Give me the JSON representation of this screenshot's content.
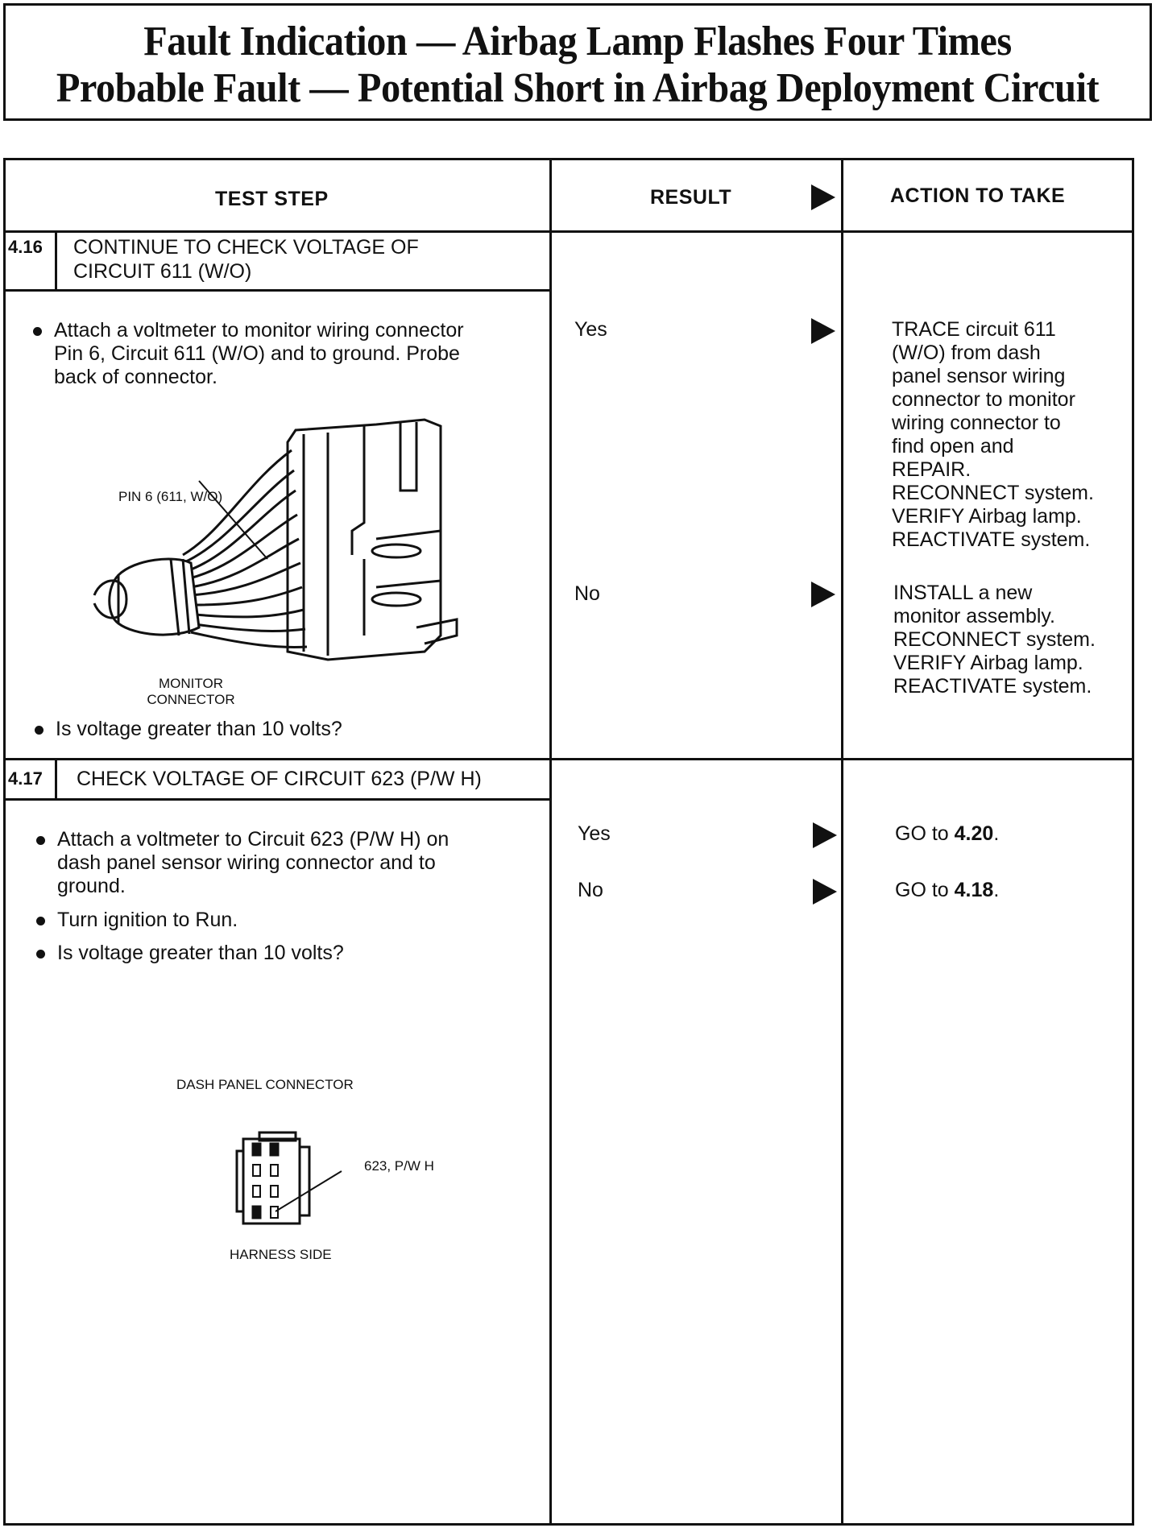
{
  "title": {
    "line1": "Fault Indication — Airbag Lamp Flashes Four Times",
    "line2": "Probable Fault — Potential Short in Airbag Deployment Circuit"
  },
  "headers": {
    "test_step": "TEST STEP",
    "result": "RESULT",
    "action": "ACTION TO TAKE"
  },
  "step416": {
    "number": "4.16",
    "title_line1": "CONTINUE TO CHECK VOLTAGE OF",
    "title_line2": "CIRCUIT 611 (W/O)",
    "bullet1_lines": [
      "Attach a voltmeter to monitor wiring connector",
      "Pin 6, Circuit 611 (W/O) and to ground. Probe",
      "back of connector."
    ],
    "figure_pin_label": "PIN 6 (611, W/O)",
    "figure_caption_line1": "MONITOR",
    "figure_caption_line2": "CONNECTOR",
    "bullet2": "Is voltage greater than 10 volts?",
    "result_yes": "Yes",
    "result_no": "No",
    "action_yes_lines": [
      "TRACE circuit 611",
      "(W/O) from dash",
      "panel sensor wiring",
      "connector to monitor",
      "wiring connector to",
      "find open and",
      "REPAIR.",
      "RECONNECT system.",
      "VERIFY Airbag lamp.",
      "REACTIVATE system."
    ],
    "action_no_lines": [
      "INSTALL a new",
      "monitor assembly.",
      "RECONNECT system.",
      "VERIFY Airbag lamp.",
      "REACTIVATE system."
    ]
  },
  "step417": {
    "number": "4.17",
    "title": "CHECK VOLTAGE OF CIRCUIT 623 (P/W H)",
    "bullet1_lines": [
      "Attach a voltmeter to Circuit 623 (P/W H) on",
      "dash panel sensor wiring connector and to",
      "ground."
    ],
    "bullet2": "Turn ignition to Run.",
    "bullet3": "Is voltage greater than 10 volts?",
    "figure_title": "DASH PANEL CONNECTOR",
    "figure_pin_label": "623, P/W H",
    "figure_caption": "HARNESS SIDE",
    "result_yes": "Yes",
    "result_no": "No",
    "action_yes_prefix": "GO to ",
    "action_yes_target": "4.20",
    "action_yes_suffix": ".",
    "action_no_prefix": "GO to ",
    "action_no_target": "4.18",
    "action_no_suffix": "."
  }
}
